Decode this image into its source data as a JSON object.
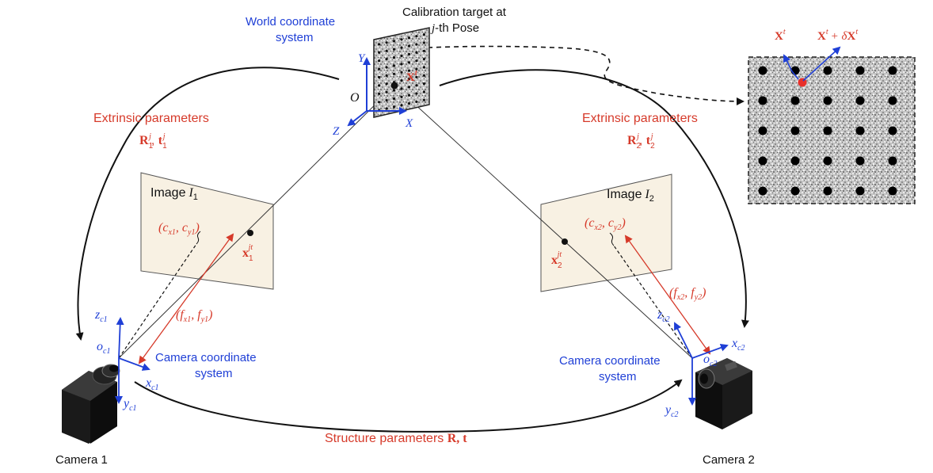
{
  "colors": {
    "blue": "#1f3fd6",
    "red": "#d63a2a",
    "black": "#111111",
    "image_plane_fill": "#f8f1e3",
    "speckle_bg": "#bdbdbd"
  },
  "labels": {
    "world_coord_line1": "World coordinate",
    "world_coord_line2": "system",
    "calib_line1": "Calibration target at",
    "calib_j": "j",
    "calib_pose": "-th Pose",
    "origin": "O",
    "axis_x": "X",
    "axis_y": "Y",
    "axis_z": "Z",
    "point_X": "X",
    "sup_t": "t",
    "sup_jt": "jt",
    "zoom_Xt": "X",
    "zoom_plus": "+ δ",
    "zoom_X2": "X",
    "extrinsic_left": "Extrinsic parameters",
    "extrinsic_left_R": "R",
    "extrinsic_left_t": "t",
    "extrinsic_right": "Extrinsic parameters",
    "extrinsic_right_R": "R",
    "extrinsic_right_t": "t",
    "sub_1": "1",
    "sub_2": "2",
    "sup_j": "j",
    "image1_label": "Image",
    "image1_I": "I",
    "image2_label": "Image",
    "image2_I": "I",
    "principal1": "(c",
    "principal1_x": "x1",
    "principal1_comma": ", c",
    "principal1_y": "y1",
    "principal2": "(c",
    "principal2_x": "x2",
    "principal2_comma": ", c",
    "principal2_y": "y2",
    "close_paren": ")",
    "img_point1": "x",
    "img_point2": "x",
    "focal1": "(f",
    "focal1_x": "x1",
    "focal1_comma": ", f",
    "focal1_y": "y1",
    "focal2": "(f",
    "focal2_x": "x2",
    "focal2_comma": ", f",
    "focal2_y": "y2",
    "cam1_z": "z",
    "cam1_z_sub": "c1",
    "cam1_o": "o",
    "cam1_o_sub": "c1",
    "cam1_x": "x",
    "cam1_x_sub": "c1",
    "cam1_y": "y",
    "cam1_y_sub": "c1",
    "cam2_z": "z",
    "cam2_z_sub": "c2",
    "cam2_o": "o",
    "cam2_o_sub": "c2",
    "cam2_x": "x",
    "cam2_x_sub": "c2",
    "cam2_y": "y",
    "cam2_y_sub": "c2",
    "cam_coord_left_line1": "Camera coordinate",
    "cam_coord_left_line2": "system",
    "cam_coord_right_line1": "Camera coordinate",
    "cam_coord_right_line2": "system",
    "structure": "Structure parameters ",
    "structure_Rt": "R, t",
    "camera1": "Camera 1",
    "camera2": "Camera 2"
  }
}
